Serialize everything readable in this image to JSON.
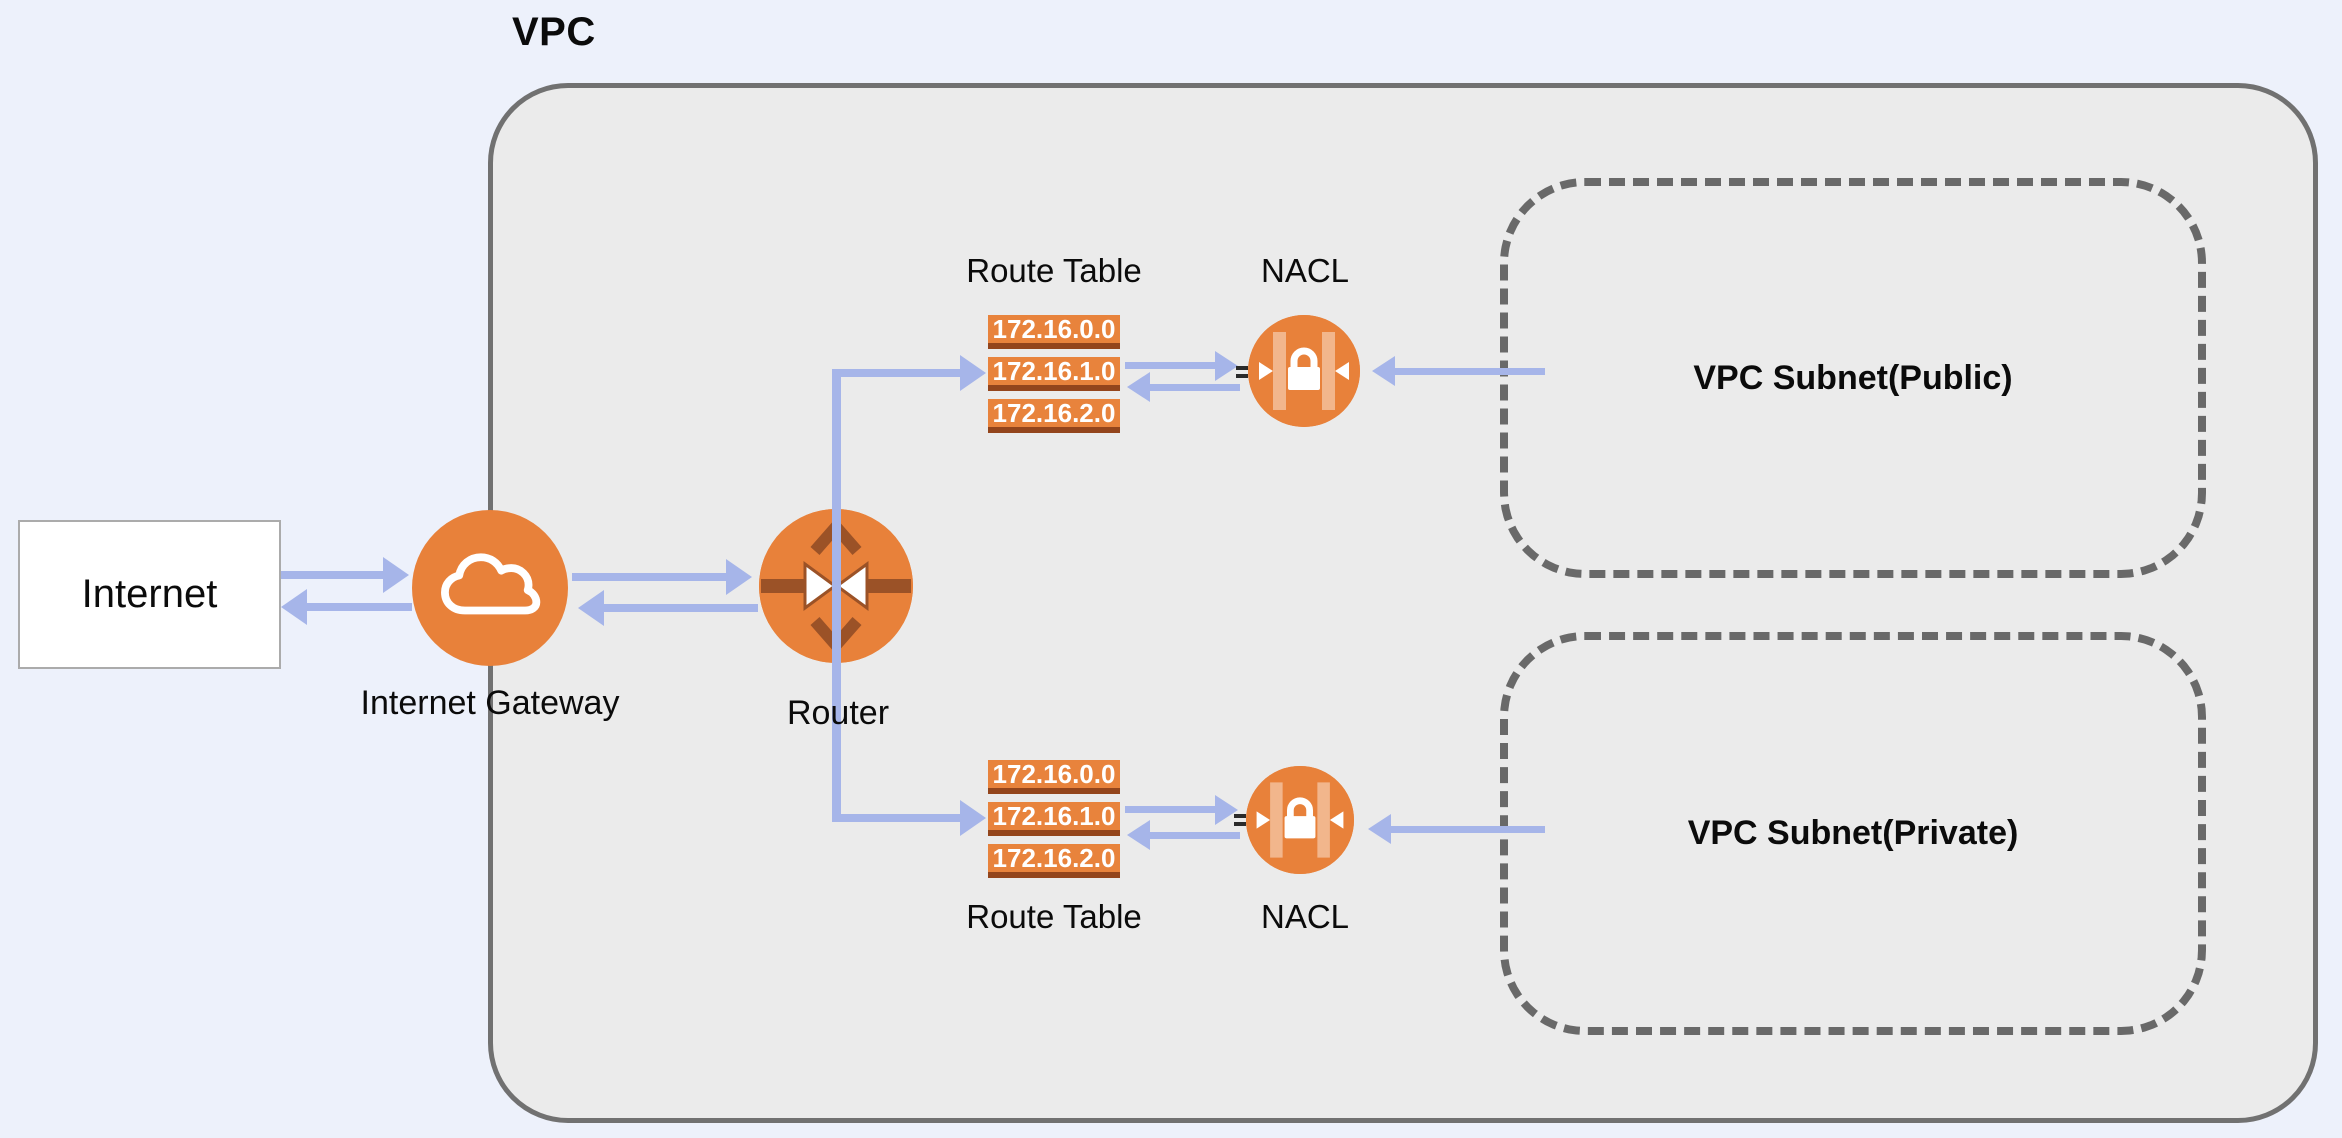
{
  "diagram": {
    "vpc": {
      "label": "VPC"
    },
    "internet": {
      "label": "Internet"
    },
    "internet_gateway": {
      "label": "Internet Gateway",
      "icon": "cloud-icon"
    },
    "router": {
      "label": "Router",
      "icon": "router-arrows-icon"
    },
    "top_group": {
      "route_table": {
        "title": "Route Table",
        "routes": [
          "172.16.0.0",
          "172.16.1.0",
          "172.16.2.0"
        ]
      },
      "nacl": {
        "label": "NACL",
        "icon": "nacl-lock-icon"
      }
    },
    "bottom_group": {
      "route_table": {
        "title": "Route Table",
        "routes": [
          "172.16.0.0",
          "172.16.1.0",
          "172.16.2.0"
        ]
      },
      "nacl": {
        "label": "NACL",
        "icon": "nacl-lock-icon"
      }
    },
    "subnets": {
      "public": {
        "label": "VPC Subnet(Public)"
      },
      "private": {
        "label": "VPC Subnet(Private)"
      }
    },
    "colors": {
      "page_background": "#EDF1FB",
      "vpc_fill": "#EBEBEB",
      "vpc_border": "#717171",
      "subnet_dash": "#696969",
      "node_orange": "#E8813A",
      "route_row_orange": "#E8833C",
      "route_row_shadow": "#93451C",
      "arrow_periwinkle": "#A6B5E9",
      "icon_detail_brown": "#9B5227"
    }
  }
}
